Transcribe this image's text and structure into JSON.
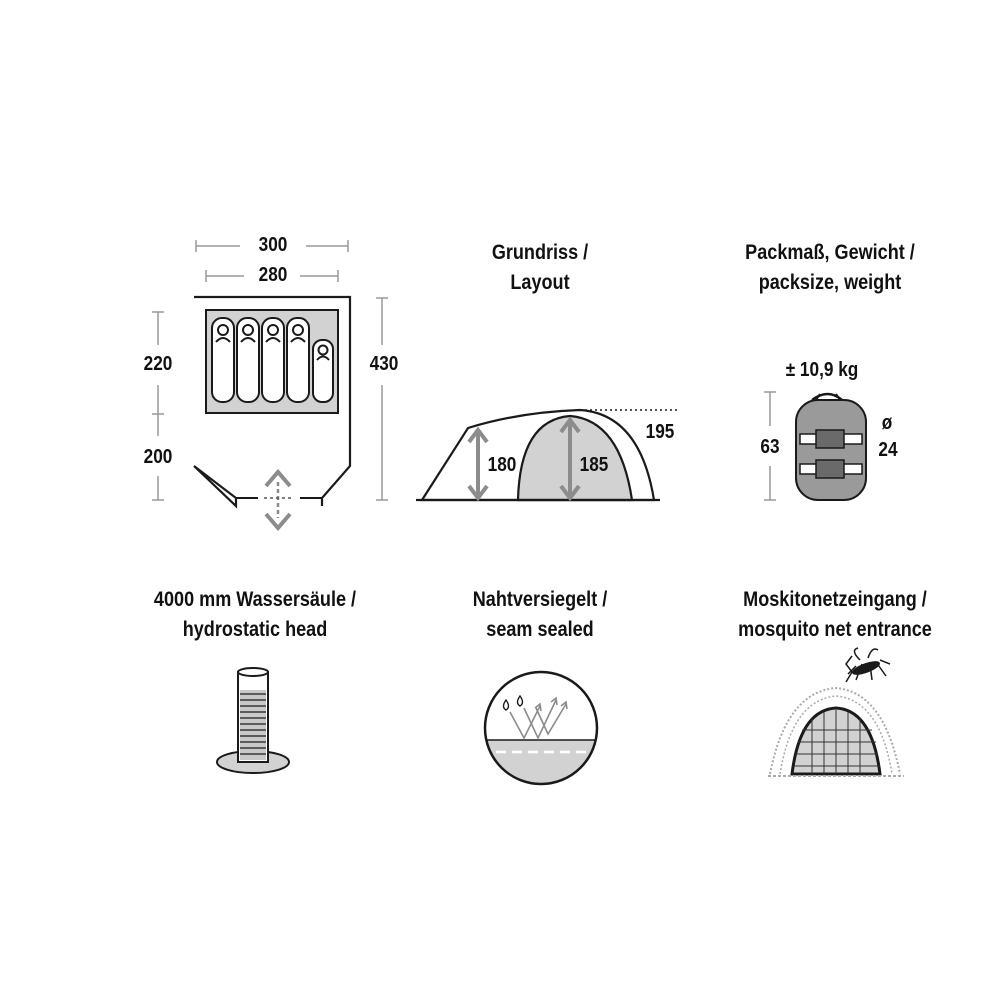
{
  "floorplan": {
    "outer_width": "300",
    "inner_width": "280",
    "cabin_length": "220",
    "vestibule_length": "200",
    "total_length": "430"
  },
  "layout": {
    "title_line1": "Grundriss /",
    "title_line2": "Layout",
    "height_front": "180",
    "height_cabin": "185",
    "height_max": "195"
  },
  "packsize": {
    "title_line1": "Packmaß, Gewicht /",
    "title_line2": "packsize, weight",
    "weight": "± 10,9 kg",
    "length": "63",
    "diameter_symbol": "ø",
    "diameter": "24"
  },
  "hydrostatic": {
    "title_line1": "4000 mm Wassersäule /",
    "title_line2": "hydrostatic head"
  },
  "seam": {
    "title_line1": "Nahtversiegelt /",
    "title_line2": "seam sealed"
  },
  "mosquito": {
    "title_line1": "Moskitonetzeingang /",
    "title_line2": "mosquito net entrance"
  },
  "colors": {
    "line": "#1a1a1a",
    "fill_gray": "#d2d2d2",
    "arrow_gray": "#8c8c8c",
    "pack_gray": "#9a9a9a"
  }
}
